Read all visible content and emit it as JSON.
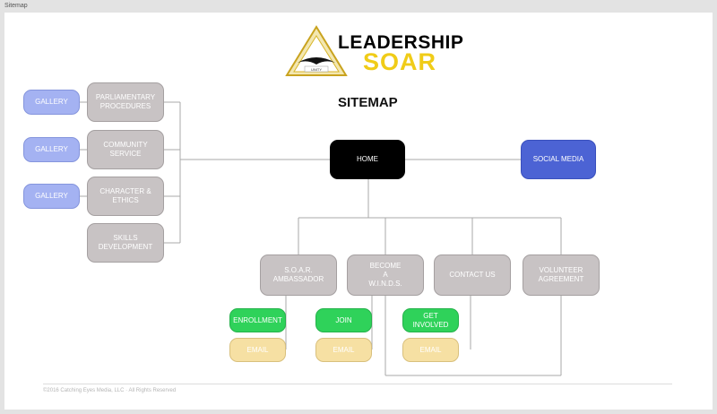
{
  "window": {
    "title": "Sitemap"
  },
  "logo": {
    "line1": "LEADERSHIP",
    "line2": "SOAR",
    "emblem_text": "UNITY"
  },
  "heading": "SITEMAP",
  "nodes": {
    "home": "HOME",
    "social_media": "SOCIAL MEDIA",
    "parliamentary_procedures": "PARLIAMENTARY\nPROCEDURES",
    "community_service": "COMMUNITY SERVICE",
    "character_ethics": "CHARACTER & ETHICS",
    "skills_development": "SKILLS DEVELOPMENT",
    "gallery_1": "GALLERY",
    "gallery_2": "GALLERY",
    "gallery_3": "GALLERY",
    "soar_ambassador": "S.O.A.R.\nAMBASSADOR",
    "become_winds": "BECOME\nA\nW.I.N.D.S.",
    "contact_us": "CONTACT US",
    "volunteer_agreement": "VOLUNTEER\nAGREEMENT",
    "enrollment": "ENROLLMENT",
    "join": "JOIN",
    "get_involved": "GET INVOLVED",
    "email_1": "EMAIL",
    "email_2": "EMAIL",
    "email_3": "EMAIL"
  },
  "footer": "©2016 Catching Eyes Media, LLC · All Rights Reserved"
}
